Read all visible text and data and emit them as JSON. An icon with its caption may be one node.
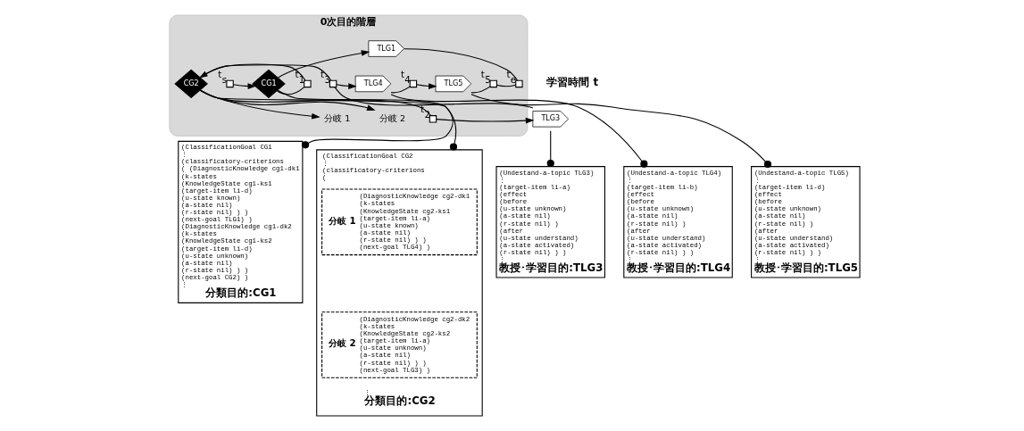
{
  "diagram": {
    "nodes": [
      {
        "text": [
          "0次目的階層"
        ]
      },
      {
        "text": [
          "TLG1"
        ],
        "in": 0
      },
      {
        "text": [],
        "shape": "box",
        "beside": [
          "t$_{s}$"
        ],
        "in": 0
      },
      {
        "text": [
          "CG1"
        ],
        "in": 0
      },
      {
        "text": [],
        "shape": "box",
        "beside": [
          "t$_{1}$"
        ],
        "in": 0
      },
      {
        "text": [],
        "shape": "box",
        "beside": [
          "t$_{3}$"
        ],
        "in": 0
      },
      {
        "text": [],
        "shape": "box",
        "beside": [
          "t$_{4}$"
        ],
        "in": 0
      },
      {
        "text": [],
        "shape": "box",
        "beside": [
          "t$_{5}$"
        ],
        "in": 0
      },
      {
        "text": [],
        "shape": "box",
        "beside": [
          "t$_{e}$"
        ],
        "in": 0
      },
      {
        "text": [
          "CG2"
        ],
        "in": 0
      },
      {
        "text": [
          "分岐 1"
        ],
        "in": 0
      },
      {
        "text": [
          "TLG4"
        ],
        "in": 0
      },
      {
        "text": [
          "TLG5"
        ],
        "in": 0
      },
      {
        "text": [
          "分岐 2"
        ],
        "in": 0
      },
      {
        "text": [],
        "shape": "box",
        "beside": [
          "t$_{2}$"
        ],
        "in": 0
      },
      {
        "text": [
          "TLG3"
        ]
      },
      {
        "text": [
          "(ClassificationGoal CG1",
          "⋮",
          "(classificatory-criterions",
          "( (DiagnosticKnowledge cg1-dk1",
          "(k-states",
          "(KnowledgeState cg1-ks1",
          "(target-item li-d)",
          "(u-state known)",
          "(a-state nil)",
          "(r-state nil) ) )",
          "(next-goal TLG1) )",
          "(DiagnosticKnowledge cg1-dk2",
          "(k-states",
          "(KnowledgeState cg1-ks2",
          "(target-item li-d)",
          "(u-state unknown)",
          "(a-state nil)",
          "(r-state nil) ) )",
          "(next-goal CG2) )",
          "⋮",
          "分類目的:CG1"
        ]
      },
      {
        "text": [
          "(ClassificationGoal CG2",
          "⋮",
          "(classificatory-criterions",
          "(",
          "⋮",
          "分類目的:CG2"
        ]
      },
      {
        "text": [
          "分岐 1",
          "(DiagnosticKnowledge cg2-dk1",
          "(k-states",
          "(KnowledgeState cg2-ks1",
          "(target-item li-a)",
          "(u-state known)",
          "(a-state nil)",
          "(r-state nil) ) )",
          "(next-goal TLG4) )"
        ],
        "in": 17
      },
      {
        "text": [
          "分岐 2",
          "(DiagnosticKnowledge cg2-dk2",
          "(k-states",
          "(KnowledgeState cg2-ks2",
          "(target-item li-a)",
          "(u-state unknown)",
          "(a-state nil)",
          "(r-state nil) ) )",
          "(next-goal TLG3) )"
        ],
        "in": 17
      },
      {
        "text": [
          "(Undestand-a-topic TLG3)",
          "⋮",
          "(target-item li-a)",
          "(effect",
          "(before",
          "(u-state unknown)",
          "(a-state nil)",
          "(r-state nil) )",
          "(after",
          "(u-state understand)",
          "(a-state activated)",
          "(r-state nil) ) )",
          "⋮",
          "教授･学習目的:TLG3"
        ]
      },
      {
        "text": [
          "(Undestand-a-topic TLG4)",
          "⋮",
          "(target-item li-b)",
          "(effect",
          "(before",
          "(u-state unknown)",
          "(a-state nil)",
          "(r-state nil) )",
          "(after",
          "(u-state understand)",
          "(a-state activated)",
          "(r-state nil) ) )",
          "⋮",
          "教授･学習目的:TLG4"
        ]
      },
      {
        "text": [
          "(Undestand-a-topic TLG5)",
          "⋮",
          "(target-item li-d)",
          "(effect",
          "(before",
          "(u-state unknown)",
          "(a-state nil)",
          "(r-state nil) )",
          "(after",
          "(u-state understand)",
          "(a-state activated)",
          "(r-state nil) ) )",
          "⋮",
          "教授･学習目的:TLG5"
        ]
      }
    ],
    "edges": [
      {
        "from": 2,
        "to": 3,
        "arrow": "to"
      },
      {
        "from": 3,
        "to": 1,
        "arrow": "to"
      },
      {
        "from": 3,
        "to": 4,
        "arrow": "none"
      },
      {
        "from": 4,
        "to": 9,
        "arrow": "to"
      },
      {
        "from": 9,
        "to": 10,
        "arrow": "to"
      },
      {
        "from": 9,
        "to": 13,
        "arrow": "to"
      },
      {
        "from": 9,
        "to": 5,
        "arrow": "none"
      },
      {
        "from": 9,
        "to": 14,
        "arrow": "none"
      },
      {
        "from": 14,
        "to": 15,
        "arrow": "to"
      },
      {
        "from": 15,
        "to": 5,
        "arrow": "none"
      },
      {
        "from": 5,
        "to": 11,
        "arrow": "to"
      },
      {
        "from": 11,
        "to": 6,
        "arrow": "none"
      },
      {
        "from": 6,
        "to": 12,
        "arrow": "to"
      },
      {
        "from": 12,
        "to": 7,
        "arrow": "none"
      },
      {
        "from": 7,
        "to": 8,
        "arrow": "none"
      },
      {
        "from": 1,
        "to": 8,
        "arrow": "none"
      },
      {
        "from": 3,
        "to": 16,
        "arrow": "other"
      },
      {
        "from": 9,
        "to": 17,
        "arrow": "other"
      },
      {
        "from": 15,
        "to": 20,
        "arrow": "other"
      },
      {
        "from": 11,
        "to": 21,
        "arrow": "other"
      },
      {
        "from": 12,
        "to": 22,
        "arrow": "other"
      }
    ],
    "labels": [
      "学習時間 t"
    ]
  }
}
